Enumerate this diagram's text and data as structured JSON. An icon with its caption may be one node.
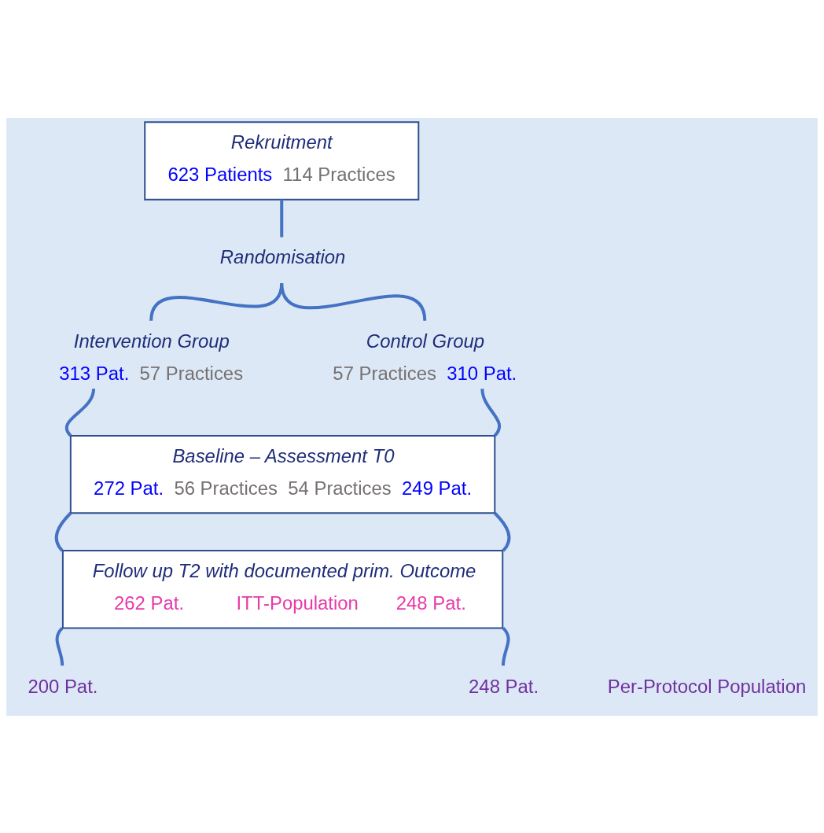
{
  "diagram": {
    "nodes": [
      {
        "text": [
          "Rekruitment",
          "623 Patients",
          "114 Practices"
        ]
      },
      {
        "text": [
          "Randomisation"
        ]
      },
      {
        "text": [
          "Intervention Group",
          "313 Pat.",
          "57 Practices"
        ]
      },
      {
        "text": [
          "Control Group",
          "57 Practices",
          "310 Pat."
        ]
      },
      {
        "text": [
          "Baseline – Assessment T0",
          "272 Pat.",
          "56 Practices",
          "54 Practices",
          "249 Pat."
        ]
      },
      {
        "text": [
          "Follow up T2 with documented prim. Outcome",
          "262 Pat.",
          "ITT-Population",
          "248 Pat."
        ]
      },
      {
        "text": [
          "200 Pat."
        ]
      },
      {
        "text": [
          "248 Pat."
        ]
      }
    ],
    "edges": [
      {
        "from": 0,
        "to": 1,
        "arrow": "none"
      },
      {
        "from": 1,
        "to": 2,
        "arrow": "none"
      },
      {
        "from": 1,
        "to": 3,
        "arrow": "none"
      },
      {
        "from": 2,
        "to": 4,
        "arrow": "none"
      },
      {
        "from": 3,
        "to": 4,
        "arrow": "none"
      },
      {
        "from": 4,
        "to": 5,
        "arrow": "none"
      },
      {
        "from": 4,
        "to": 5,
        "arrow": "none"
      },
      {
        "from": 5,
        "to": 6,
        "arrow": "none"
      },
      {
        "from": 5,
        "to": 7,
        "arrow": "none"
      }
    ],
    "labels": [
      "Per-Protocol Population"
    ]
  }
}
